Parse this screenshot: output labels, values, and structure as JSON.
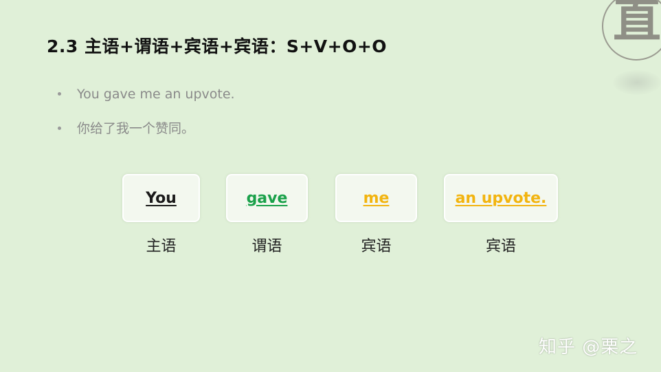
{
  "title": "2.3 主语+谓语+宾语+宾语：S+V+O+O",
  "seal": {
    "char": "直"
  },
  "bullets": [
    {
      "text": "You gave me an upvote."
    },
    {
      "text": "你给了我一个赞同。"
    }
  ],
  "cards": [
    {
      "word": "You",
      "label": "主语",
      "color": "#1a1a1a"
    },
    {
      "word": "gave",
      "label": "谓语",
      "color": "#1aa14a"
    },
    {
      "word": "me",
      "label": "宾语",
      "color": "#f2b40f"
    },
    {
      "word": "an upvote.",
      "label": "宾语",
      "color": "#f2b40f"
    }
  ],
  "watermark": "知乎 @栗之",
  "colors": {
    "background": "#e0f0d8",
    "subject": "#1a1a1a",
    "verb": "#1aa14a",
    "object": "#f2b40f"
  }
}
